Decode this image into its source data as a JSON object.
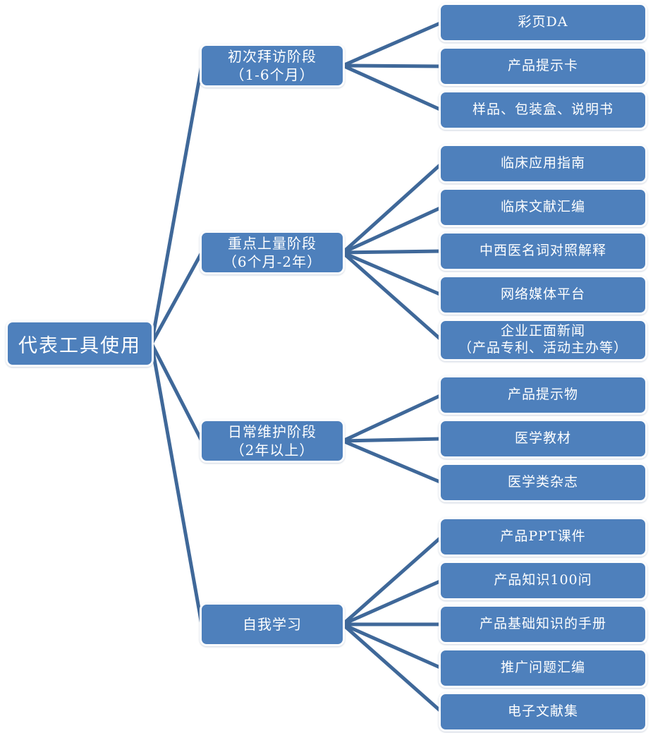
{
  "colors": {
    "node_fill": "#4E80BC",
    "node_border": "#FDFDFD",
    "connector": "#3F6899",
    "text": "#FFFFFF"
  },
  "root": {
    "label": "代表工具使用"
  },
  "branches": [
    {
      "label": "初次拜访阶段",
      "sublabel": "（1-6个月）",
      "children": [
        "彩页DA",
        "产品提示卡",
        "样品、包装盒、说明书"
      ]
    },
    {
      "label": "重点上量阶段",
      "sublabel": "（6个月-2年）",
      "children": [
        "临床应用指南",
        "临床文献汇编",
        "中西医名词对照解释",
        "网络媒体平台",
        "企业正面新闻\n（产品专利、活动主办等）"
      ]
    },
    {
      "label": "日常维护阶段",
      "sublabel": "（2年以上）",
      "children": [
        "产品提示物",
        "医学教材",
        "医学类杂志"
      ]
    },
    {
      "label": "自我学习",
      "sublabel": "",
      "children": [
        "产品PPT课件",
        "产品知识100问",
        "产品基础知识的手册",
        "推广问题汇编",
        "电子文献集"
      ]
    }
  ]
}
